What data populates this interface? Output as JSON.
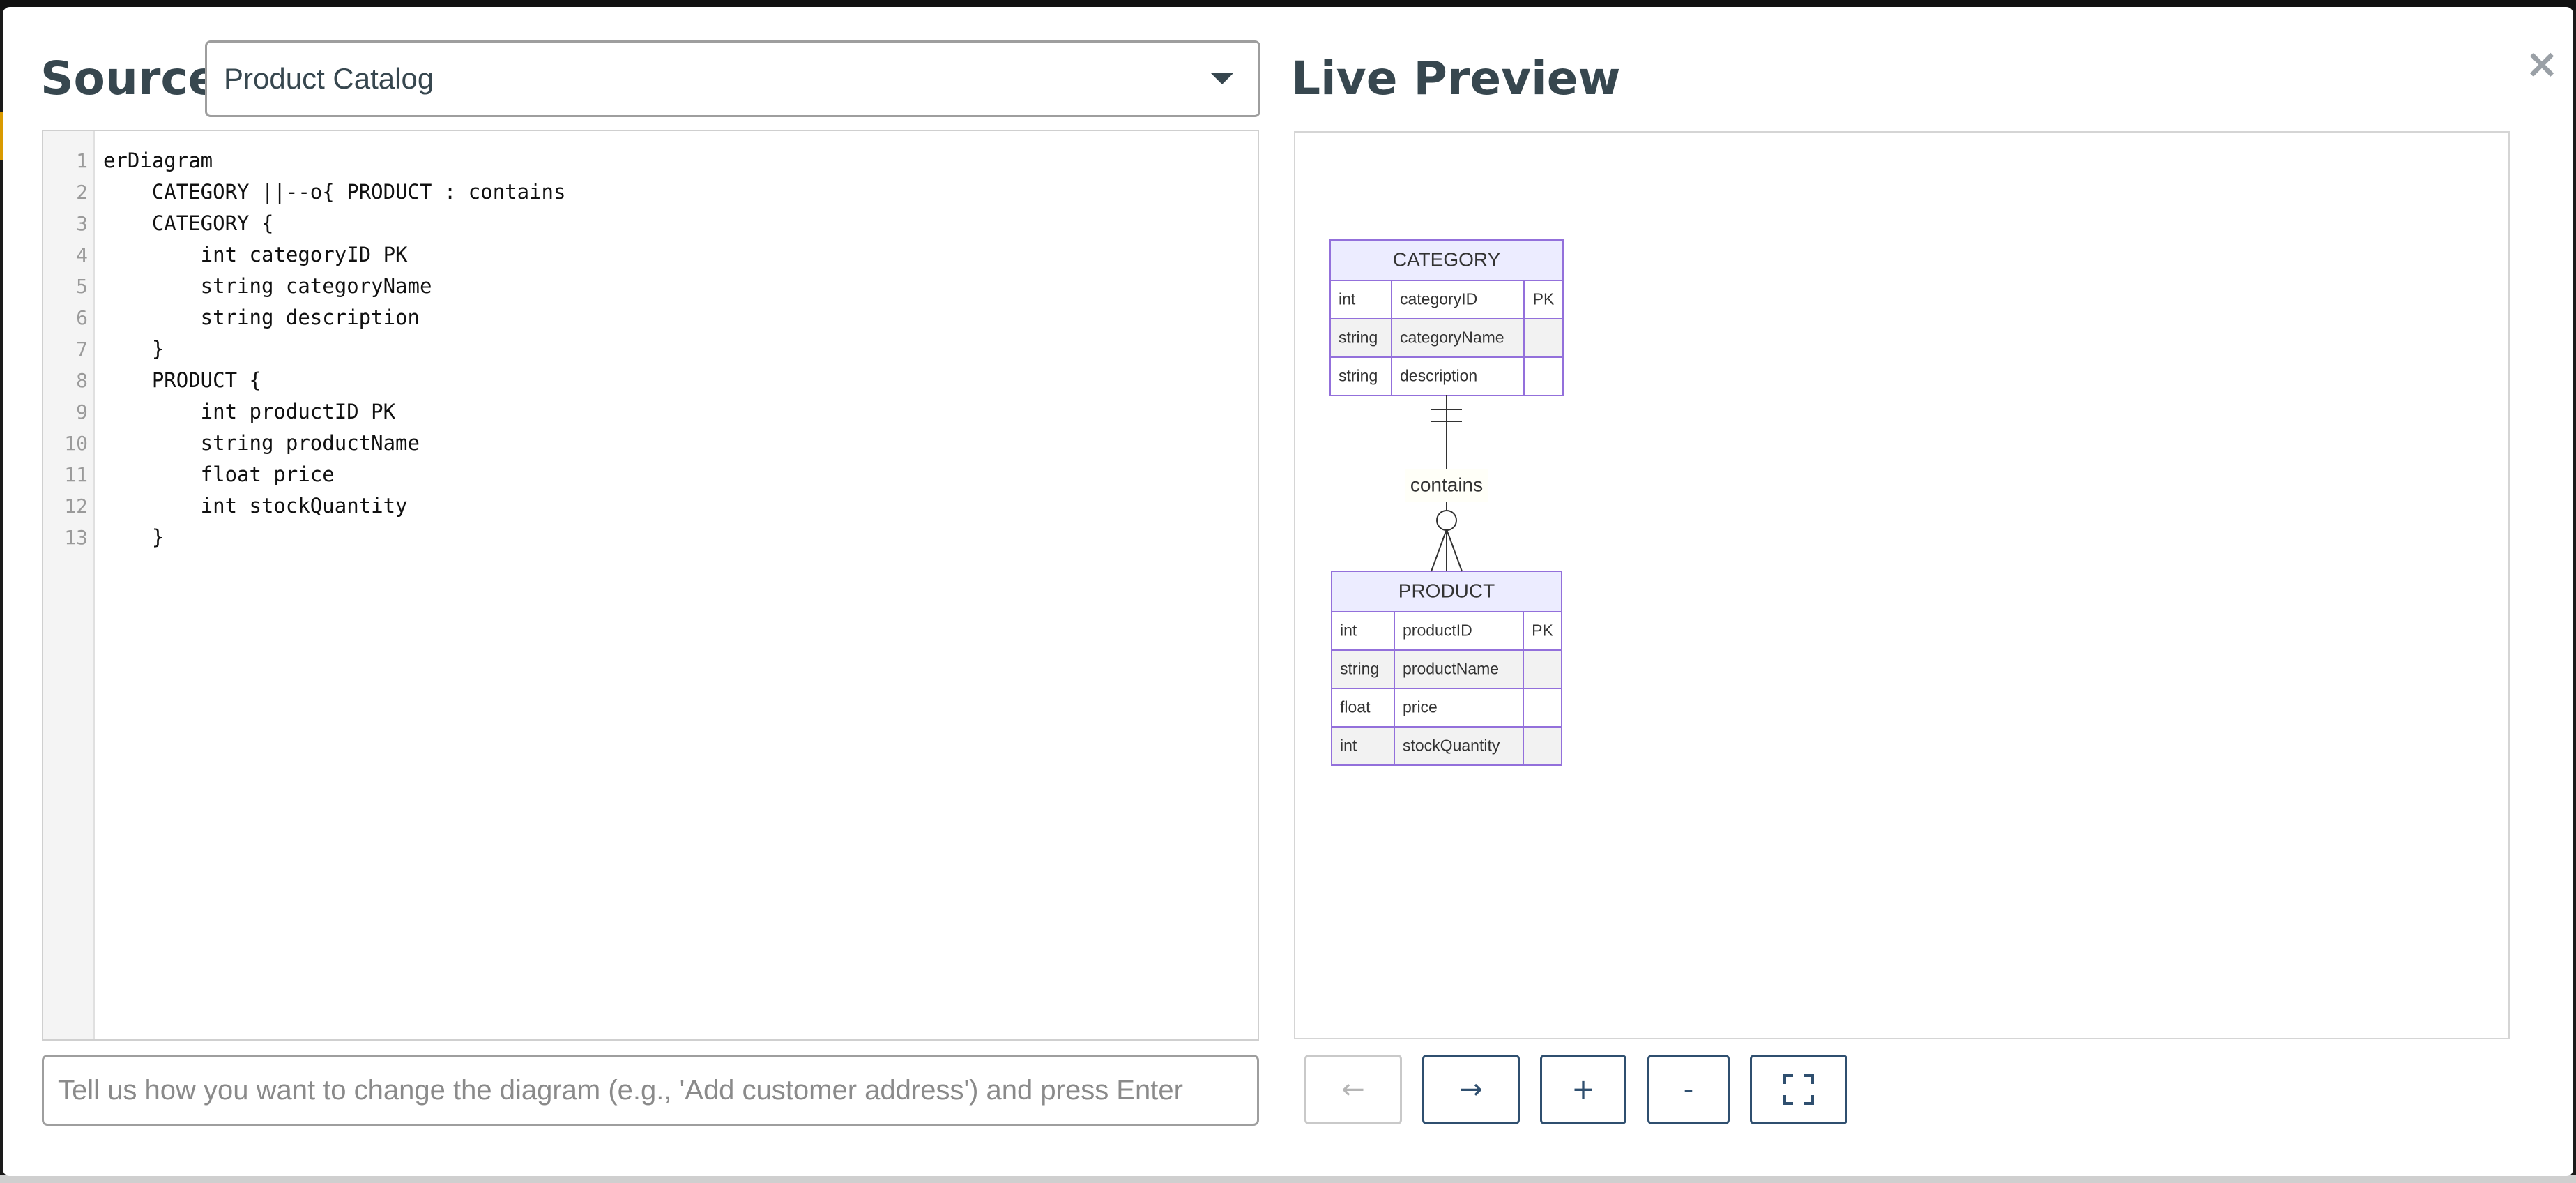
{
  "source": {
    "heading": "Source",
    "selected_diagram": "Product Catalog",
    "code_lines": [
      "erDiagram",
      "    CATEGORY ||--o{ PRODUCT : contains",
      "    CATEGORY {",
      "        int categoryID PK",
      "        string categoryName",
      "        string description",
      "    }",
      "    PRODUCT {",
      "        int productID PK",
      "        string productName",
      "        float price",
      "        int stockQuantity",
      "    }"
    ],
    "prompt_placeholder": "Tell us how you want to change the diagram (e.g., 'Add customer address') and press Enter"
  },
  "preview": {
    "heading": "Live Preview",
    "close_glyph": "×",
    "diagram": {
      "relationship_label": "contains",
      "entities": [
        {
          "name": "CATEGORY",
          "attributes": [
            {
              "type": "int",
              "name": "categoryID",
              "key": "PK"
            },
            {
              "type": "string",
              "name": "categoryName",
              "key": ""
            },
            {
              "type": "string",
              "name": "description",
              "key": ""
            }
          ]
        },
        {
          "name": "PRODUCT",
          "attributes": [
            {
              "type": "int",
              "name": "productID",
              "key": "PK"
            },
            {
              "type": "string",
              "name": "productName",
              "key": ""
            },
            {
              "type": "float",
              "name": "price",
              "key": ""
            },
            {
              "type": "int",
              "name": "stockQuantity",
              "key": ""
            }
          ]
        }
      ]
    },
    "controls": {
      "back": "←",
      "forward": "→",
      "zoom_in": "+",
      "zoom_out": "-",
      "fit": "fit-screen-icon"
    }
  },
  "colors": {
    "heading": "#37474f",
    "entity_header_fill": "#ececff",
    "entity_border": "#9370db",
    "row_alt_fill": "#f2f2f2",
    "control_border": "#2f4f6f"
  }
}
